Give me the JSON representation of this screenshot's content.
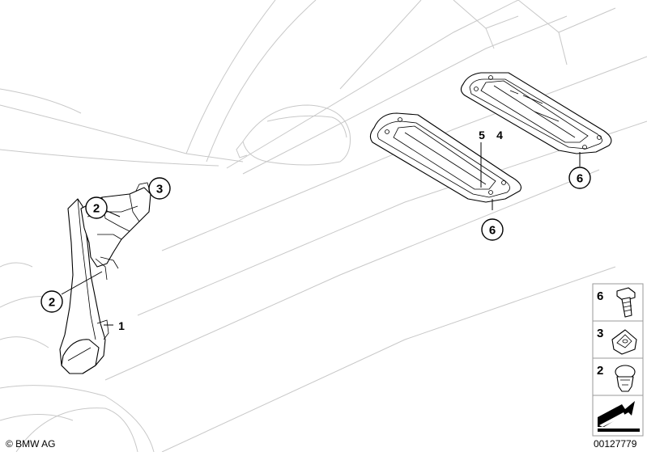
{
  "callouts": {
    "c3_top": "3",
    "c2_upper": "2",
    "c2_lower": "2",
    "c1": "1",
    "c6_front": "6",
    "c6_rear": "6",
    "l5": "5",
    "l4": "4"
  },
  "legend": {
    "items": [
      {
        "number": "6",
        "icon": "bolt-icon"
      },
      {
        "number": "3",
        "icon": "clip-nut-icon"
      },
      {
        "number": "2",
        "icon": "expanding-rivet-icon"
      }
    ],
    "direction_icon": "direction-arrow-icon"
  },
  "footer": {
    "copyright": "© BMW AG",
    "diagram_number": "00127779"
  },
  "colors": {
    "line": "#000000",
    "ghost_line": "#c8c8c8",
    "background": "#ffffff"
  }
}
